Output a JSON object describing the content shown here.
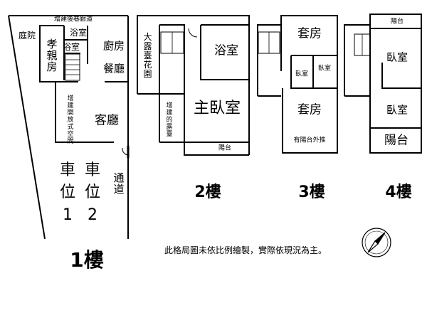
{
  "floors": {
    "f1": {
      "label": "1樓",
      "courtyard": "庭院",
      "rear_corridor": "增建後巷廊道",
      "parents_room": "孝親房",
      "bath_a": "浴室",
      "bath_b": "浴室",
      "kitchen": "廚房",
      "dining": "餐廳",
      "open_space": "增建開放式空間",
      "living": "客廳",
      "parking1_a": "車",
      "parking1_b": "位",
      "parking1_c": "1",
      "parking2_a": "車",
      "parking2_b": "位",
      "parking2_c": "2",
      "aisle": "通道"
    },
    "f2": {
      "label": "2樓",
      "garden": "大露臺花園",
      "bath": "浴室",
      "master": "主臥室",
      "terrace": "增建的露臺",
      "balcony": "陽台"
    },
    "f3": {
      "label": "3樓",
      "suite_top": "套房",
      "bedroom_a": "臥室",
      "bedroom_b": "臥室",
      "suite_bottom": "套房",
      "balcony_note": "有陽台外推"
    },
    "f4": {
      "label": "4樓",
      "balcony_top": "陽台",
      "bedroom_a": "臥室",
      "bedroom_b": "臥室",
      "balcony_bottom": "陽台"
    }
  },
  "note": "此格局圖未依比例繪製，實際依現況為主。",
  "compass": "compass-icon"
}
